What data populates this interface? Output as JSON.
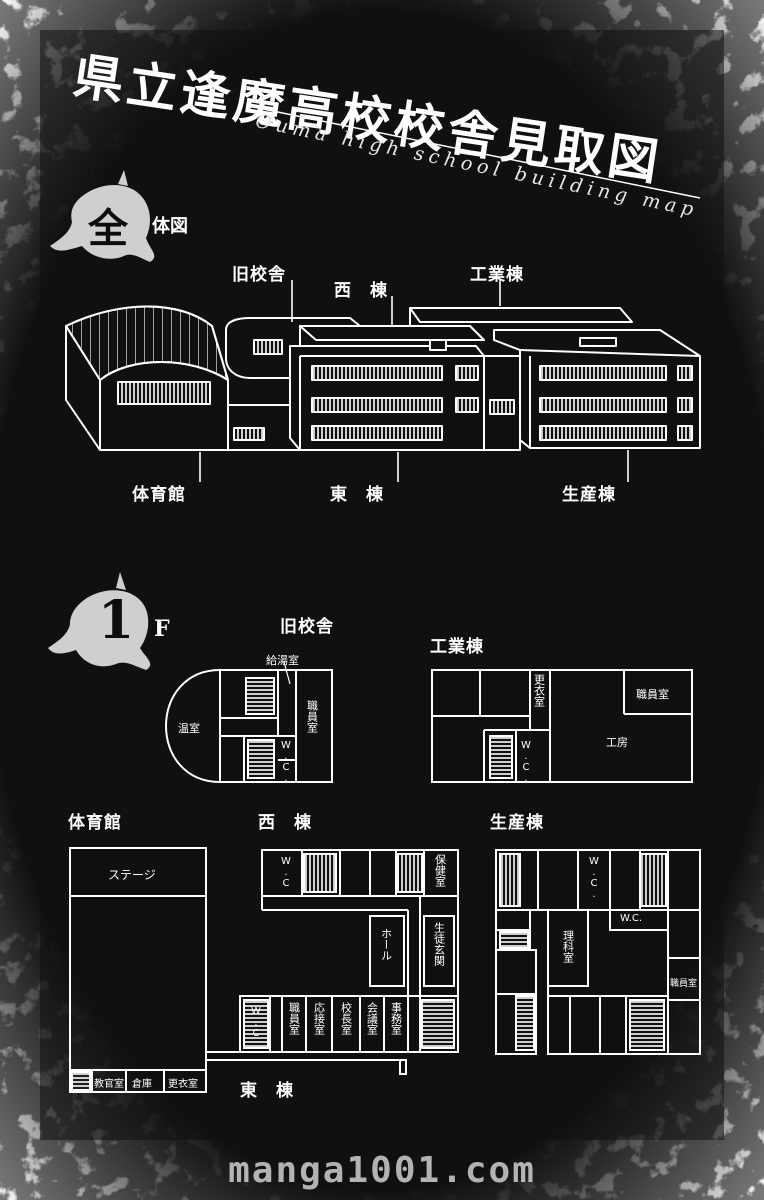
{
  "title": {
    "jp": "県立逢魔高校校舎見取図",
    "en": "Ouma high school building map"
  },
  "overview": {
    "mark": "全",
    "heading": "体図",
    "labels": {
      "old_building": "旧校舎",
      "west": "西　棟",
      "industry": "工業棟",
      "gym": "体育館",
      "east": "東　棟",
      "production": "生産棟"
    }
  },
  "floor1": {
    "mark": "1",
    "heading": "F",
    "old_building": {
      "title": "旧校舎",
      "kyuto": "給湯室",
      "onshitsu": "温室",
      "shokuin": "職員室",
      "wc": "W.C."
    },
    "industry": {
      "title": "工業棟",
      "koui": "更衣室",
      "shokuin": "職員室",
      "wc": "W.C.",
      "kobo": "工房"
    },
    "gym": {
      "title": "体育館",
      "stage": "ステージ",
      "kyokan": "教官室",
      "soko": "倉庫",
      "koui": "更衣室"
    },
    "west": {
      "title": "西　棟",
      "wc": "W.C.",
      "hoken": "保健室",
      "hall": "ホール",
      "genkan": "生徒玄関"
    },
    "east": {
      "title": "東　棟",
      "wc": "W.C.",
      "shokuin": "職員室",
      "osetsu": "応接室",
      "kocho": "校長室",
      "kaigi": "会議室",
      "jimu": "事務室"
    },
    "production": {
      "title": "生産棟",
      "wc1": "W.C.",
      "wc2": "W.C.",
      "rika": "理科室",
      "shokuin": "職員室"
    }
  },
  "watermark": "manga1001.com"
}
